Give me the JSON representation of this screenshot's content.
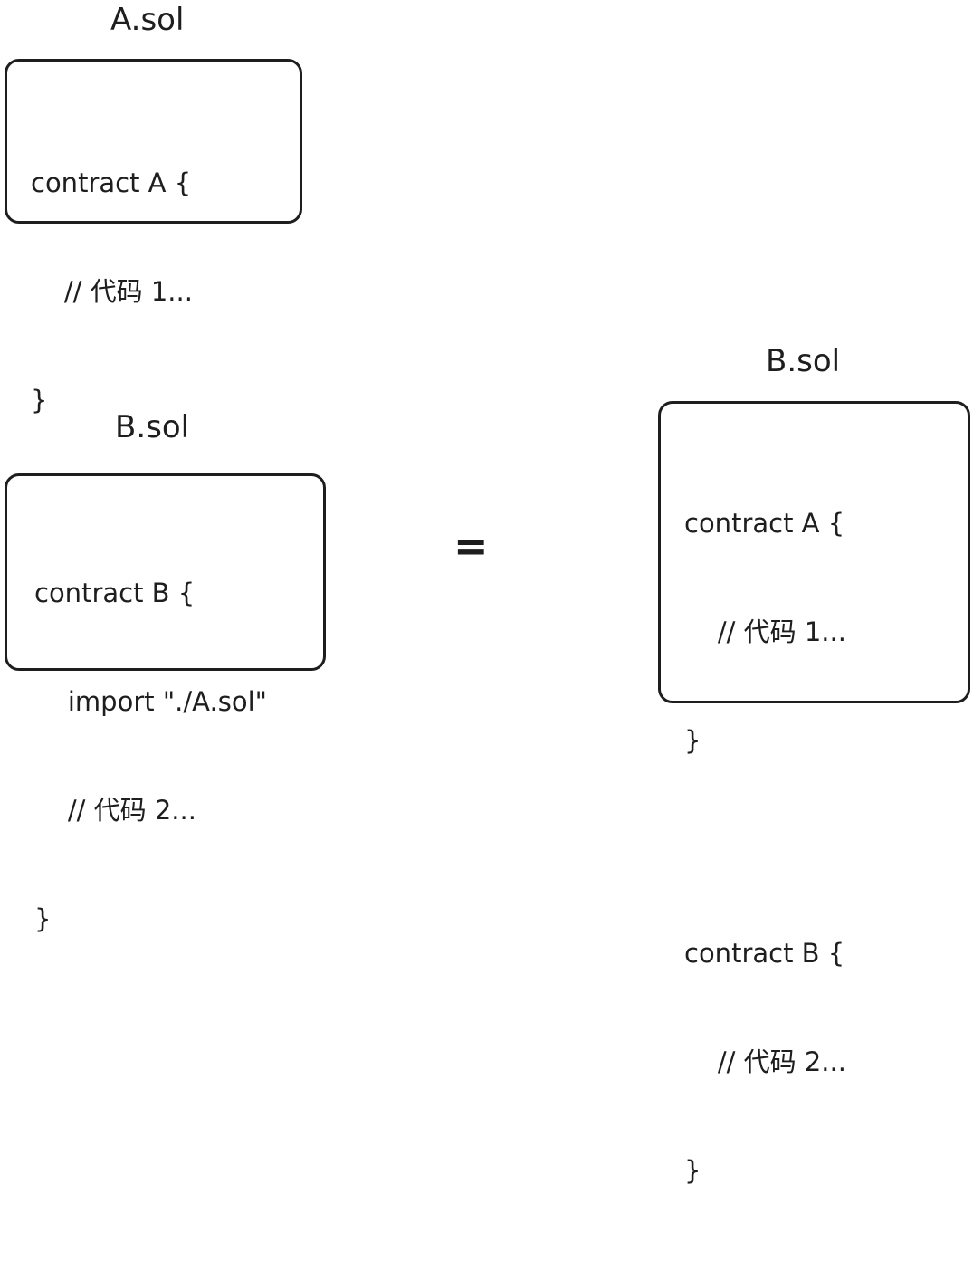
{
  "a_file": {
    "title": "A.sol",
    "lines": [
      "contract A {",
      "    // 代码 1...",
      "}"
    ]
  },
  "b_file": {
    "title": "B.sol",
    "lines": [
      "contract B {",
      "    import \"./A.sol\"",
      "    // 代码 2...",
      "}"
    ]
  },
  "operator": "=",
  "result_file": {
    "title": "B.sol",
    "lines": [
      "contract A {",
      "    // 代码 1...",
      "}",
      "",
      "contract B {",
      "    // 代码 2...",
      "}"
    ]
  }
}
